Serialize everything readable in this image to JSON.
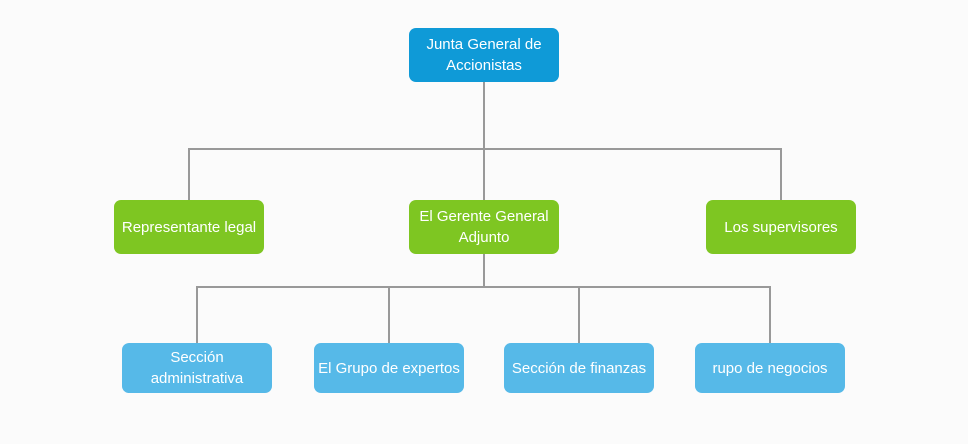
{
  "org": {
    "nodes": {
      "root": {
        "label": "Junta General de Accionistas"
      },
      "level2": [
        {
          "label": "Representante legal"
        },
        {
          "label": "El Gerente General Adjunto"
        },
        {
          "label": "Los supervisores"
        }
      ],
      "level3": [
        {
          "label": "Sección administrativa"
        },
        {
          "label": "El Grupo de expertos"
        },
        {
          "label": "Sección de finanzas"
        },
        {
          "label": "rupo de negocios"
        }
      ]
    },
    "colors": {
      "background": "#fbfbfb",
      "root_box": "#0f9ad7",
      "level2_box": "#7ec622",
      "level3_box": "#56b9e8",
      "connector": "#999999",
      "text": "#ffffff"
    }
  }
}
